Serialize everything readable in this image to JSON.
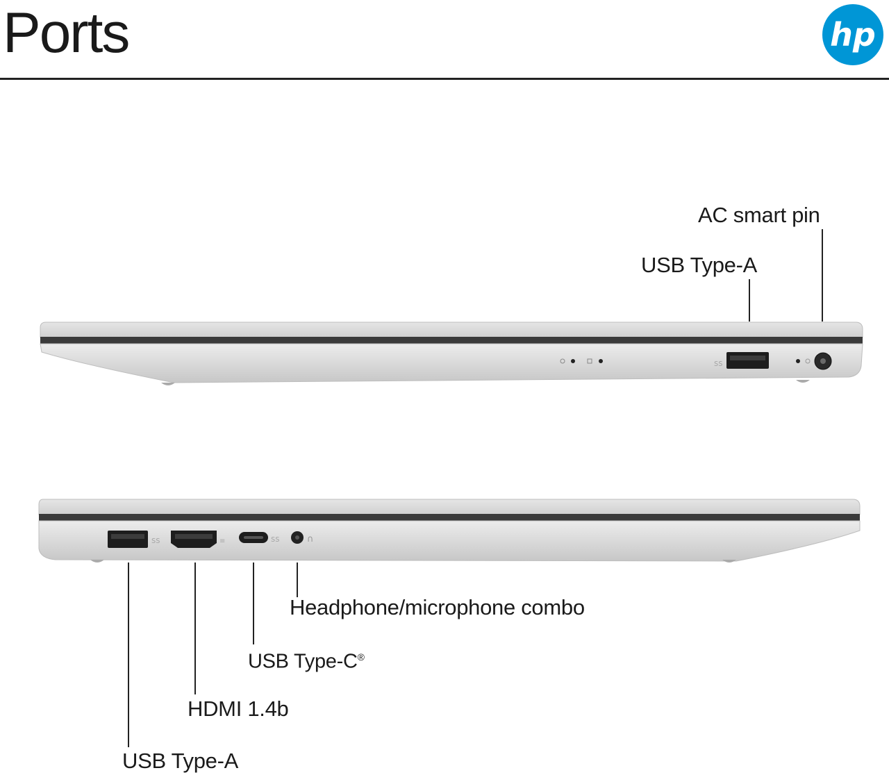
{
  "header": {
    "title": "Ports",
    "logo_text": "hp",
    "brand_color": "#0096d6"
  },
  "right_side": {
    "labels": {
      "ac_smart_pin": "AC smart pin",
      "usb_type_a": "USB Type-A"
    }
  },
  "left_side": {
    "labels": {
      "headphone_combo": "Headphone/microphone combo",
      "usb_type_c": "USB Type-C",
      "usb_type_c_mark": "®",
      "hdmi": "HDMI 1.4b",
      "usb_type_a": "USB Type-A"
    }
  }
}
